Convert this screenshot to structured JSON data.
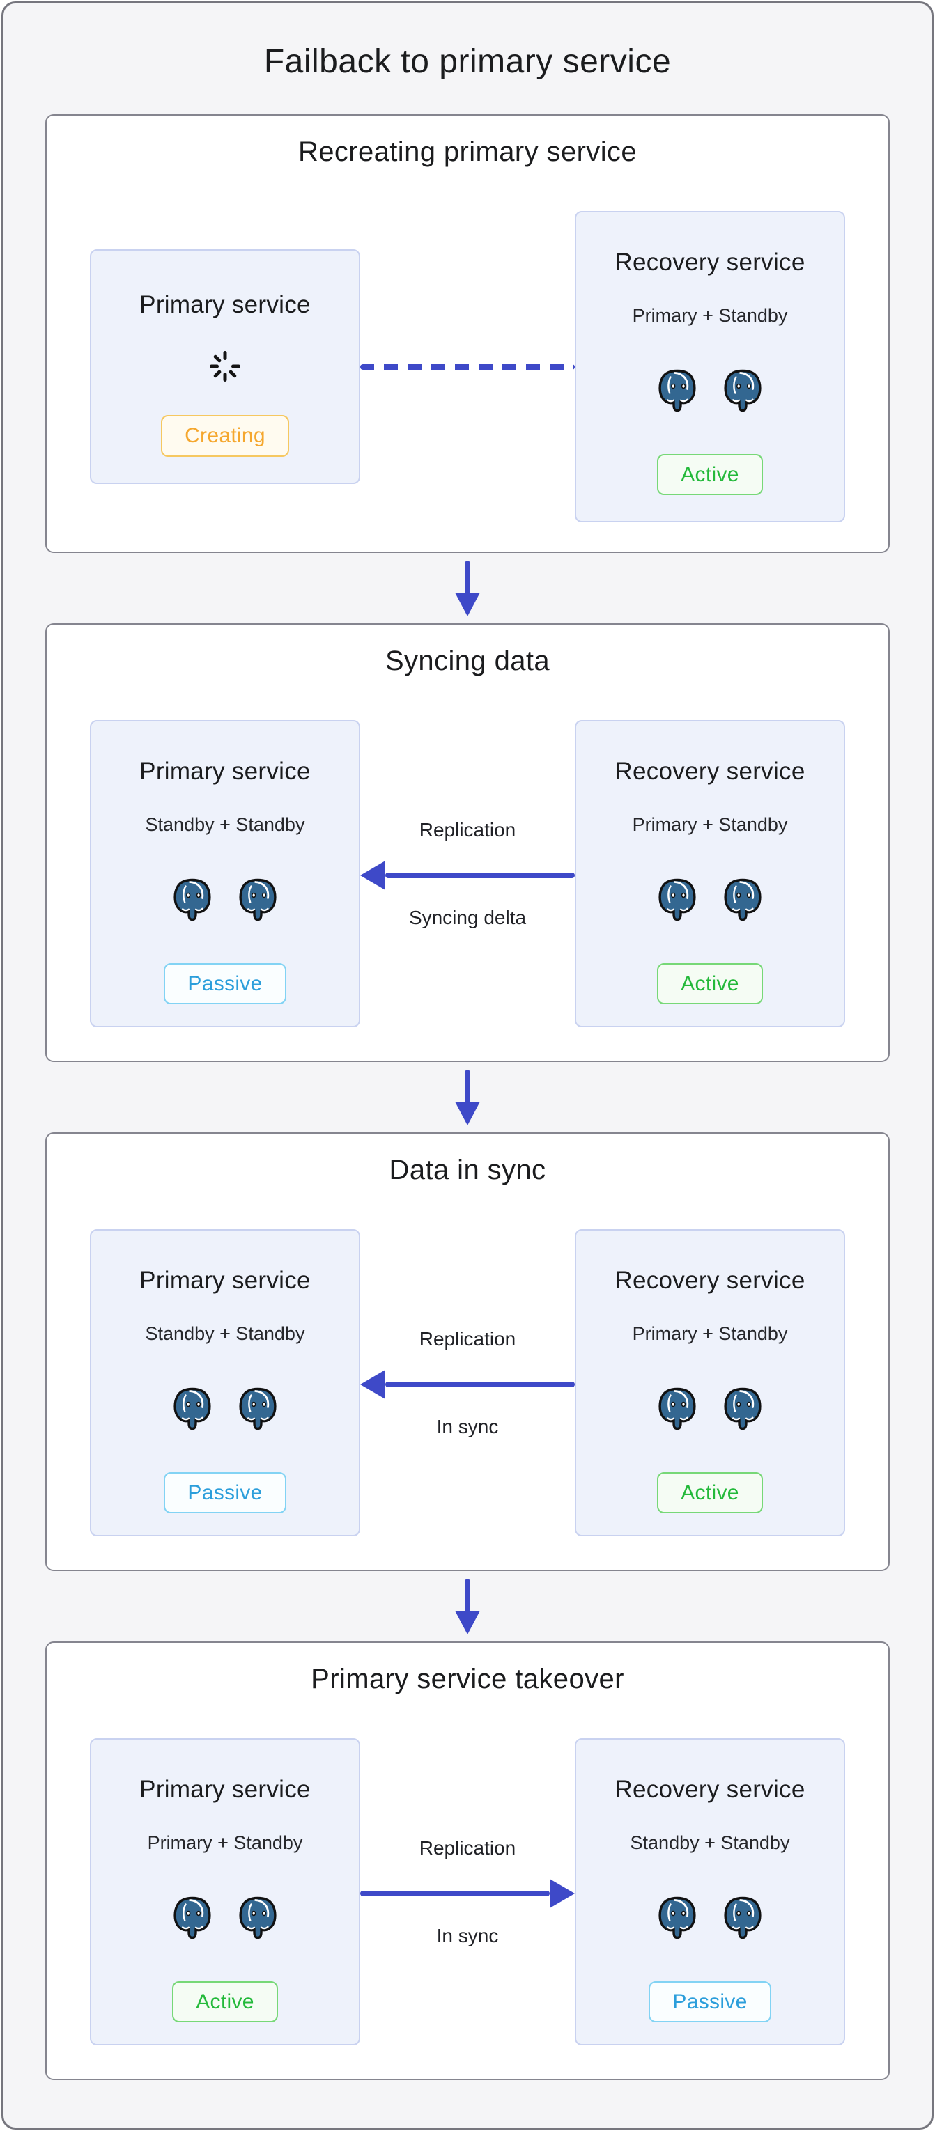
{
  "title": "Failback to primary service",
  "colors": {
    "page_background": "#f5f5f7",
    "stage_border": "#85858f",
    "service_box_background": "#eef2fb",
    "service_box_border": "#c9d2f0",
    "arrow_accent": "#3e49c8",
    "status_active": "#23b93a",
    "status_passive": "#2b9edb",
    "status_creating": "#f5a72e",
    "postgres_blue": "#336791"
  },
  "sections": [
    {
      "title": "Recreating primary service",
      "left": {
        "title": "Primary service",
        "status": "Creating"
      },
      "right": {
        "title": "Recovery service",
        "subtitle": "Primary + Standby",
        "status": "Active"
      },
      "connector": {
        "type": "dashed"
      }
    },
    {
      "title": "Syncing data",
      "left": {
        "title": "Primary service",
        "subtitle": "Standby + Standby",
        "status": "Passive"
      },
      "right": {
        "title": "Recovery service",
        "subtitle": "Primary + Standby",
        "status": "Active"
      },
      "connector": {
        "type": "solid",
        "direction": "left",
        "label_top": "Replication",
        "label_bottom": "Syncing delta"
      }
    },
    {
      "title": "Data in sync",
      "left": {
        "title": "Primary service",
        "subtitle": "Standby + Standby",
        "status": "Passive"
      },
      "right": {
        "title": "Recovery service",
        "subtitle": "Primary + Standby",
        "status": "Active"
      },
      "connector": {
        "type": "solid",
        "direction": "left",
        "label_top": "Replication",
        "label_bottom": "In sync"
      }
    },
    {
      "title": "Primary service takeover",
      "left": {
        "title": "Primary service",
        "subtitle": "Primary + Standby",
        "status": "Active"
      },
      "right": {
        "title": "Recovery service",
        "subtitle": "Standby + Standby",
        "status": "Passive"
      },
      "connector": {
        "type": "solid",
        "direction": "right",
        "label_top": "Replication",
        "label_bottom": "In sync"
      }
    }
  ]
}
